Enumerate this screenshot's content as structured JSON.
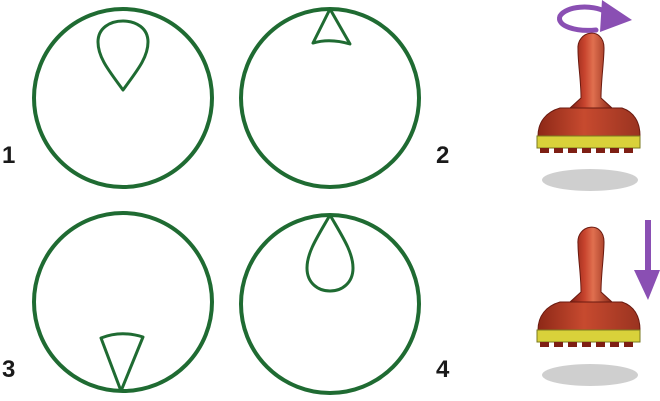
{
  "panels": [
    {
      "number": "1",
      "marker": "teardrop",
      "marker_position": "upper-center"
    },
    {
      "number": "2",
      "marker": "wedge",
      "marker_position": "top-edge"
    },
    {
      "number": "3",
      "marker": "wedge",
      "marker_position": "bottom-edge"
    },
    {
      "number": "4",
      "marker": "teardrop",
      "marker_position": "upper-center"
    }
  ],
  "actions": [
    {
      "name": "rotate",
      "icon": "curved-rotate-arrow-icon"
    },
    {
      "name": "press-down",
      "icon": "down-arrow-icon"
    }
  ],
  "colors": {
    "circle": "#1f6b32",
    "arrow": "#8a4fb3",
    "stamp_handle": "#a6301f",
    "stamp_band": "#d9d13a",
    "shadow": "#cfcfcf",
    "label": "#1a1a1a"
  }
}
